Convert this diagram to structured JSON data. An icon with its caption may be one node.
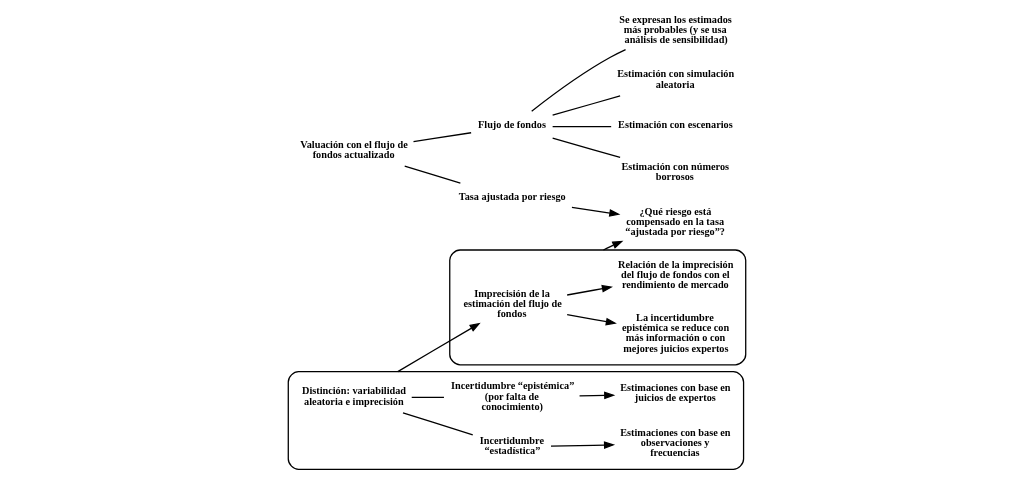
{
  "diagram": {
    "nodes": [
      {
        "text": [
          "Valuación con el flujo de fondos actualizado"
        ]
      },
      {
        "text": [
          "Flujo de fondos"
        ]
      },
      {
        "text": [
          "Se expresan los estimados más probables (y se usa análisis de sensibilidad)"
        ]
      },
      {
        "text": [
          "Estimación con simulación aleatoria"
        ]
      },
      {
        "text": [
          "Estimación con escenarios"
        ]
      },
      {
        "text": [
          "Estimación con números borrosos"
        ]
      },
      {
        "text": [
          "Tasa ajustada por riesgo"
        ]
      },
      {
        "text": [
          "¿Qué riesgo está compensado en la tasa “ajustada por riesgo”?"
        ]
      },
      {
        "text": [],
        "shape": "box"
      },
      {
        "text": [
          "Distinción: variabilidad aleatoria e imprecisión"
        ],
        "in": 8
      },
      {
        "text": [
          "Incertidumbre “estadística”"
        ],
        "in": 8
      },
      {
        "text": [
          "Incertidumbre “epistémica” (por falta de conocimiento)"
        ],
        "in": 8
      },
      {
        "text": [
          "Estimaciones con base en observaciones y frecuencias"
        ],
        "in": 8
      },
      {
        "text": [
          "Estimaciones con base en juicios de expertos"
        ],
        "in": 8
      },
      {
        "text": [],
        "shape": "box"
      },
      {
        "text": [
          "Imprecisión de la estimación del flujo de fondos"
        ],
        "in": 14
      },
      {
        "text": [
          "La incertidumbre epistémica se reduce con más información o con mejores juicios expertos"
        ],
        "in": 14
      },
      {
        "text": [
          "Relación de la imprecisión del flujo de fondos con el rendimiento de mercado"
        ],
        "in": 14
      }
    ],
    "edges": [
      {
        "from": 0,
        "to": 1,
        "arrow": "none"
      },
      {
        "from": 0,
        "to": 6,
        "arrow": "none"
      },
      {
        "from": 1,
        "to": 2,
        "arrow": "none"
      },
      {
        "from": 1,
        "to": 3,
        "arrow": "none"
      },
      {
        "from": 1,
        "to": 4,
        "arrow": "none"
      },
      {
        "from": 1,
        "to": 5,
        "arrow": "none"
      },
      {
        "from": 9,
        "to": 10,
        "arrow": "none"
      },
      {
        "from": 9,
        "to": 11,
        "arrow": "none"
      },
      {
        "from": 10,
        "to": 12,
        "arrow": "to"
      },
      {
        "from": 11,
        "to": 13,
        "arrow": "to"
      },
      {
        "from": 8,
        "to": 15,
        "arrow": "to"
      },
      {
        "from": 15,
        "to": 16,
        "arrow": "to"
      },
      {
        "from": 15,
        "to": 17,
        "arrow": "to"
      },
      {
        "from": 14,
        "to": 7,
        "arrow": "to"
      },
      {
        "from": 6,
        "to": 7,
        "arrow": "to"
      }
    ]
  }
}
